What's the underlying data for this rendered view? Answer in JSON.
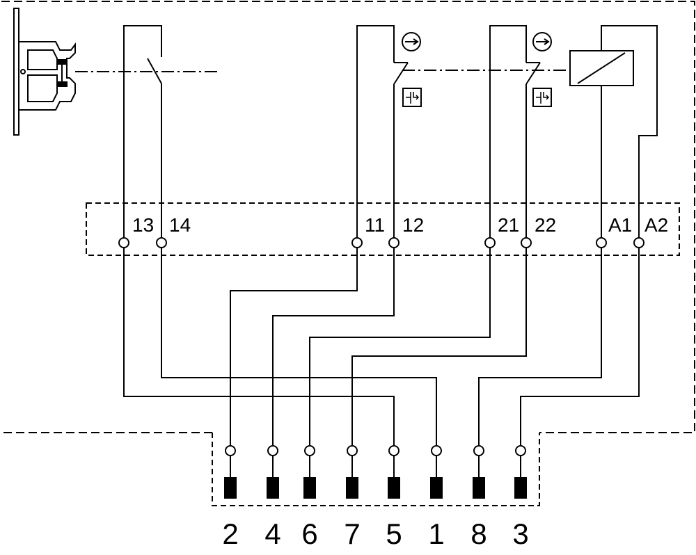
{
  "diagram": {
    "terminals": {
      "t13": "13",
      "t14": "14",
      "t11": "11",
      "t12": "12",
      "t21": "21",
      "t22": "22",
      "tA1": "A1",
      "tA2": "A2"
    },
    "connector_pins": [
      "2",
      "4",
      "6",
      "7",
      "5",
      "1",
      "8",
      "3"
    ],
    "colors": {
      "line": "#000000",
      "background": "#ffffff"
    }
  }
}
